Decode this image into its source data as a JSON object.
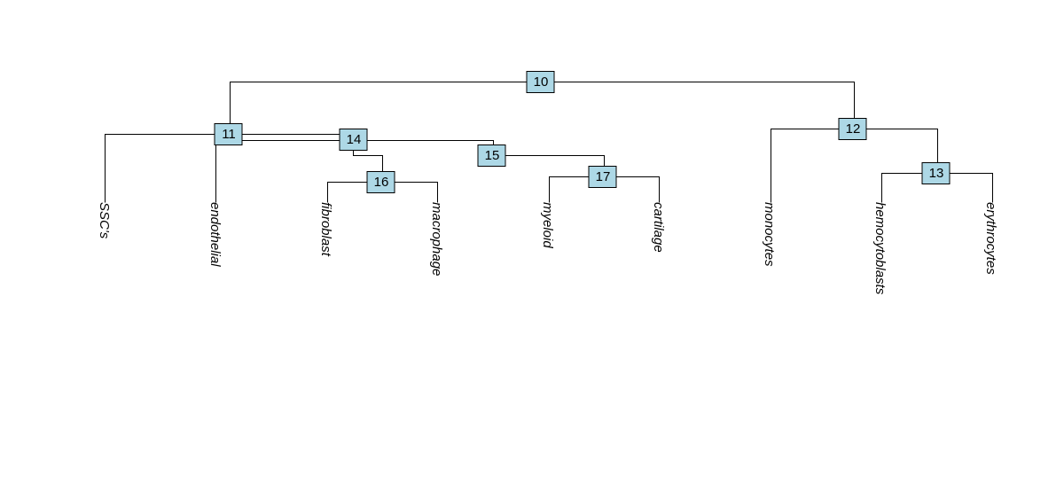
{
  "tree": {
    "nodes": [
      {
        "id": "10",
        "label": "10"
      },
      {
        "id": "11",
        "label": "11"
      },
      {
        "id": "12",
        "label": "12"
      },
      {
        "id": "13",
        "label": "13"
      },
      {
        "id": "14",
        "label": "14"
      },
      {
        "id": "15",
        "label": "15"
      },
      {
        "id": "16",
        "label": "16"
      },
      {
        "id": "17",
        "label": "17"
      }
    ],
    "leaves": [
      {
        "id": "ssc",
        "label": "SSC's"
      },
      {
        "id": "endothelial",
        "label": "endothelial"
      },
      {
        "id": "fibroblast",
        "label": "fibroblast"
      },
      {
        "id": "macrophage",
        "label": "macrophage"
      },
      {
        "id": "myeloid",
        "label": "myeloid"
      },
      {
        "id": "cartilage",
        "label": "cartilage"
      },
      {
        "id": "monocytes",
        "label": "monocytes"
      },
      {
        "id": "hemocytoblasts",
        "label": "hemocytoblasts"
      },
      {
        "id": "erythrocytes",
        "label": "erythrocytes"
      }
    ],
    "edges": [
      {
        "from": "10",
        "to": "11"
      },
      {
        "from": "10",
        "to": "12"
      },
      {
        "from": "11",
        "to": "ssc"
      },
      {
        "from": "11",
        "to": "endothelial"
      },
      {
        "from": "11",
        "to": "14"
      },
      {
        "from": "11",
        "to": "15"
      },
      {
        "from": "14",
        "to": "16"
      },
      {
        "from": "15",
        "to": "14"
      },
      {
        "from": "15",
        "to": "17"
      },
      {
        "from": "16",
        "to": "fibroblast"
      },
      {
        "from": "16",
        "to": "macrophage"
      },
      {
        "from": "17",
        "to": "myeloid"
      },
      {
        "from": "17",
        "to": "cartilage"
      },
      {
        "from": "12",
        "to": "monocytes"
      },
      {
        "from": "12",
        "to": "13"
      },
      {
        "from": "13",
        "to": "hemocytoblasts"
      },
      {
        "from": "13",
        "to": "erythrocytes"
      }
    ],
    "colors": {
      "node_fill": "#add8e6",
      "edge": "#000000",
      "background": "#ffffff"
    }
  }
}
